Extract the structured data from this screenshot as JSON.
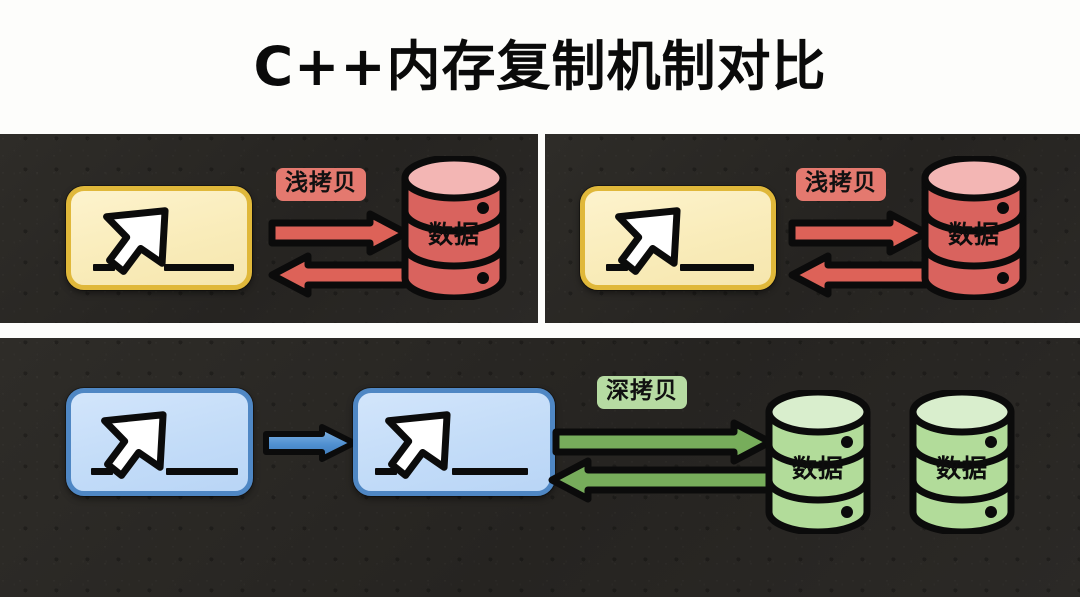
{
  "page": {
    "title": "C++内存复制机制对比",
    "background_color": "#fdfdfb",
    "panel_background_color": "#2a2825"
  },
  "colors": {
    "shallow_label_bg": "#e4796f",
    "deep_label_bg": "#b6dba2",
    "red_arrow_fill": "#dd6258",
    "green_arrow_fill": "#77ad5b",
    "blue_arrow_fill": "#4f8fd0",
    "yellow_box_fill": "#f9ecba",
    "yellow_box_border": "#e0b83a",
    "blue_box_fill": "#c3dcf8",
    "blue_box_border": "#4f87c4",
    "red_db_fill": "#d9635e",
    "red_db_top": "#f3b6b4",
    "green_db_fill": "#b2dc9a",
    "green_db_top": "#d9eecd",
    "outline": "#0b0b0b"
  },
  "panels": [
    {
      "id": "top-left",
      "name": "shallow-copy-original",
      "object_box": {
        "kind": "pointer-box",
        "color": "yellow",
        "icon": "cursor-arrow-icon"
      },
      "label": {
        "text": "浅拷贝",
        "style": "red"
      },
      "arrows": [
        {
          "direction": "right",
          "color": "red",
          "name": "arrow-pointer-to-data"
        },
        {
          "direction": "left",
          "color": "red",
          "name": "arrow-data-to-pointer"
        }
      ],
      "databases": [
        {
          "label": "数据",
          "color": "red"
        }
      ]
    },
    {
      "id": "top-right",
      "name": "shallow-copy-copy",
      "object_box": {
        "kind": "pointer-box",
        "color": "yellow",
        "icon": "cursor-arrow-icon"
      },
      "label": {
        "text": "浅拷贝",
        "style": "red"
      },
      "arrows": [
        {
          "direction": "right",
          "color": "red",
          "name": "arrow-pointer-to-data"
        },
        {
          "direction": "left",
          "color": "red",
          "name": "arrow-data-to-pointer"
        }
      ],
      "databases": [
        {
          "label": "数据",
          "color": "red"
        }
      ]
    },
    {
      "id": "bottom",
      "name": "deep-copy",
      "object_boxes": [
        {
          "kind": "pointer-box",
          "color": "blue",
          "icon": "cursor-arrow-icon"
        },
        {
          "kind": "pointer-box",
          "color": "blue",
          "icon": "cursor-arrow-icon"
        }
      ],
      "link_arrow": {
        "direction": "right",
        "color": "blue",
        "name": "arrow-source-to-copy"
      },
      "label": {
        "text": "深拷贝",
        "style": "green"
      },
      "arrows": [
        {
          "direction": "right",
          "color": "green",
          "name": "arrow-pointer-to-data"
        },
        {
          "direction": "left",
          "color": "green",
          "name": "arrow-data-to-pointer"
        }
      ],
      "databases": [
        {
          "label": "数据",
          "color": "green"
        },
        {
          "label": "数据",
          "color": "green"
        }
      ]
    }
  ],
  "labels": {
    "shallow_copy": "浅拷贝",
    "deep_copy": "深拷贝",
    "data": "数据"
  }
}
